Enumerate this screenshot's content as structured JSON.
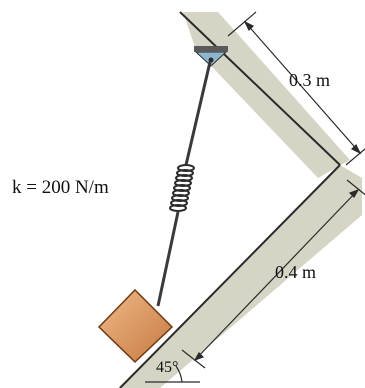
{
  "labels": {
    "spring_constant": "k = 200 N/m",
    "upper_length": "0.3 m",
    "lower_length": "0.4 m",
    "angle": "45°"
  },
  "colors": {
    "wall_shade": "#d6d4c4",
    "wall_line": "#2b2b2b",
    "block_fill": "#d9925a",
    "block_edge": "#6e3a12",
    "support": "#8fb6cf",
    "rod": "#3a3a3a"
  }
}
